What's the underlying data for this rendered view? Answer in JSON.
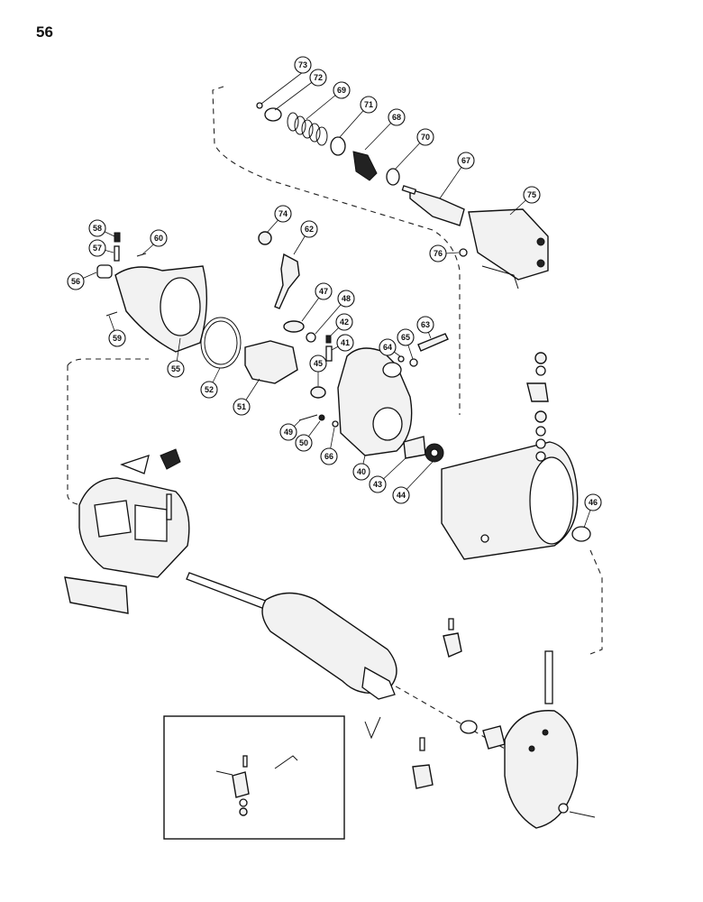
{
  "page": {
    "number": "56"
  },
  "callouts": {
    "c73": "73",
    "c72": "72",
    "c69": "69",
    "c71": "71",
    "c68": "68",
    "c70": "70",
    "c67": "67",
    "c75": "75",
    "c76": "76",
    "c74": "74",
    "c62": "62",
    "c58": "58",
    "c60": "60",
    "c57": "57",
    "c56": "56",
    "c59": "59",
    "c55": "55",
    "c52": "52",
    "c51": "51",
    "c47": "47",
    "c48": "48",
    "c42": "42",
    "c41": "41",
    "c45": "45",
    "c64": "64",
    "c65": "65",
    "c63": "63",
    "c49": "49",
    "c50": "50",
    "c66": "66",
    "c40": "40",
    "c43": "43",
    "c44": "44",
    "c46": "46"
  }
}
